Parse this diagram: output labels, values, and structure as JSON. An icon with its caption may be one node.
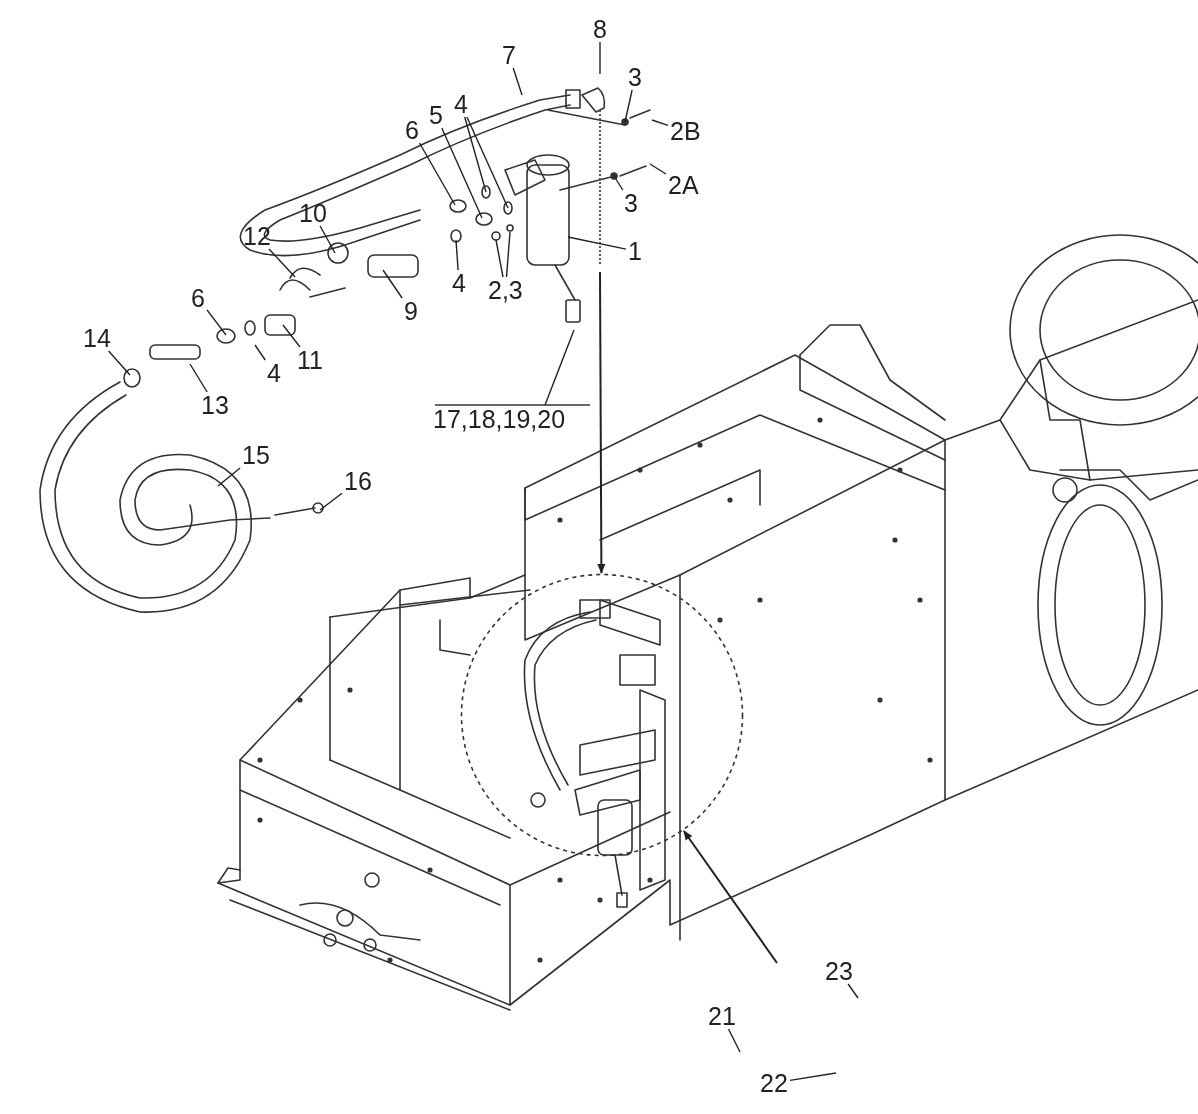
{
  "diagram": {
    "nodes": [
      {
        "text": [
          "8"
        ]
      },
      {
        "text": [
          "7"
        ]
      },
      {
        "text": [
          "3"
        ]
      },
      {
        "text": [
          "2B"
        ]
      },
      {
        "text": [
          "2A"
        ]
      },
      {
        "text": [
          "3"
        ]
      },
      {
        "text": [
          "1"
        ]
      },
      {
        "text": [
          "6"
        ]
      },
      {
        "text": [
          "5"
        ]
      },
      {
        "text": [
          "4"
        ]
      },
      {
        "text": [
          "10"
        ]
      },
      {
        "text": [
          "12"
        ]
      },
      {
        "text": [
          "9"
        ]
      },
      {
        "text": [
          "4"
        ]
      },
      {
        "text": [
          "2,3"
        ]
      },
      {
        "text": [
          "6"
        ]
      },
      {
        "text": [
          "11"
        ]
      },
      {
        "text": [
          "4"
        ]
      },
      {
        "text": [
          "14"
        ]
      },
      {
        "text": [
          "13"
        ]
      },
      {
        "text": [
          "15"
        ]
      },
      {
        "text": [
          "16"
        ]
      },
      {
        "text": [
          "17,18,19,20"
        ]
      },
      {
        "text": [
          "21"
        ]
      },
      {
        "text": [
          "22"
        ]
      },
      {
        "text": [
          "23"
        ]
      },
      {
        "text": [],
        "shape": "circle"
      }
    ],
    "edges": [
      {
        "from": 0,
        "to": null,
        "arrow": "none"
      },
      {
        "from": 1,
        "to": null,
        "arrow": "none"
      },
      {
        "from": 2,
        "to": null,
        "arrow": "none"
      },
      {
        "from": 3,
        "to": null,
        "arrow": "none"
      },
      {
        "from": 4,
        "to": null,
        "arrow": "none"
      },
      {
        "from": 5,
        "to": null,
        "arrow": "none"
      },
      {
        "from": 6,
        "to": null,
        "arrow": "none"
      },
      {
        "from": 7,
        "to": null,
        "arrow": "none"
      },
      {
        "from": 8,
        "to": null,
        "arrow": "none"
      },
      {
        "from": 9,
        "to": null,
        "arrow": "none"
      },
      {
        "from": 9,
        "to": null,
        "arrow": "none"
      },
      {
        "from": 10,
        "to": null,
        "arrow": "none"
      },
      {
        "from": 11,
        "to": null,
        "arrow": "none"
      },
      {
        "from": 12,
        "to": null,
        "arrow": "none"
      },
      {
        "from": 13,
        "to": null,
        "arrow": "none"
      },
      {
        "from": 14,
        "to": null,
        "arrow": "none"
      },
      {
        "from": 14,
        "to": null,
        "arrow": "none"
      },
      {
        "from": 15,
        "to": null,
        "arrow": "none"
      },
      {
        "from": 16,
        "to": null,
        "arrow": "none"
      },
      {
        "from": 17,
        "to": null,
        "arrow": "none"
      },
      {
        "from": 18,
        "to": null,
        "arrow": "none"
      },
      {
        "from": 19,
        "to": null,
        "arrow": "none"
      },
      {
        "from": 20,
        "to": null,
        "arrow": "none"
      },
      {
        "from": 21,
        "to": null,
        "arrow": "none"
      },
      {
        "from": 22,
        "to": null,
        "arrow": "none"
      },
      {
        "from": 23,
        "to": null,
        "arrow": "none"
      },
      {
        "from": 24,
        "to": null,
        "arrow": "none"
      },
      {
        "from": 25,
        "to": null,
        "arrow": "none"
      },
      {
        "from": null,
        "to": 26,
        "arrow": "to"
      },
      {
        "from": null,
        "to": 26,
        "arrow": "to"
      }
    ]
  }
}
